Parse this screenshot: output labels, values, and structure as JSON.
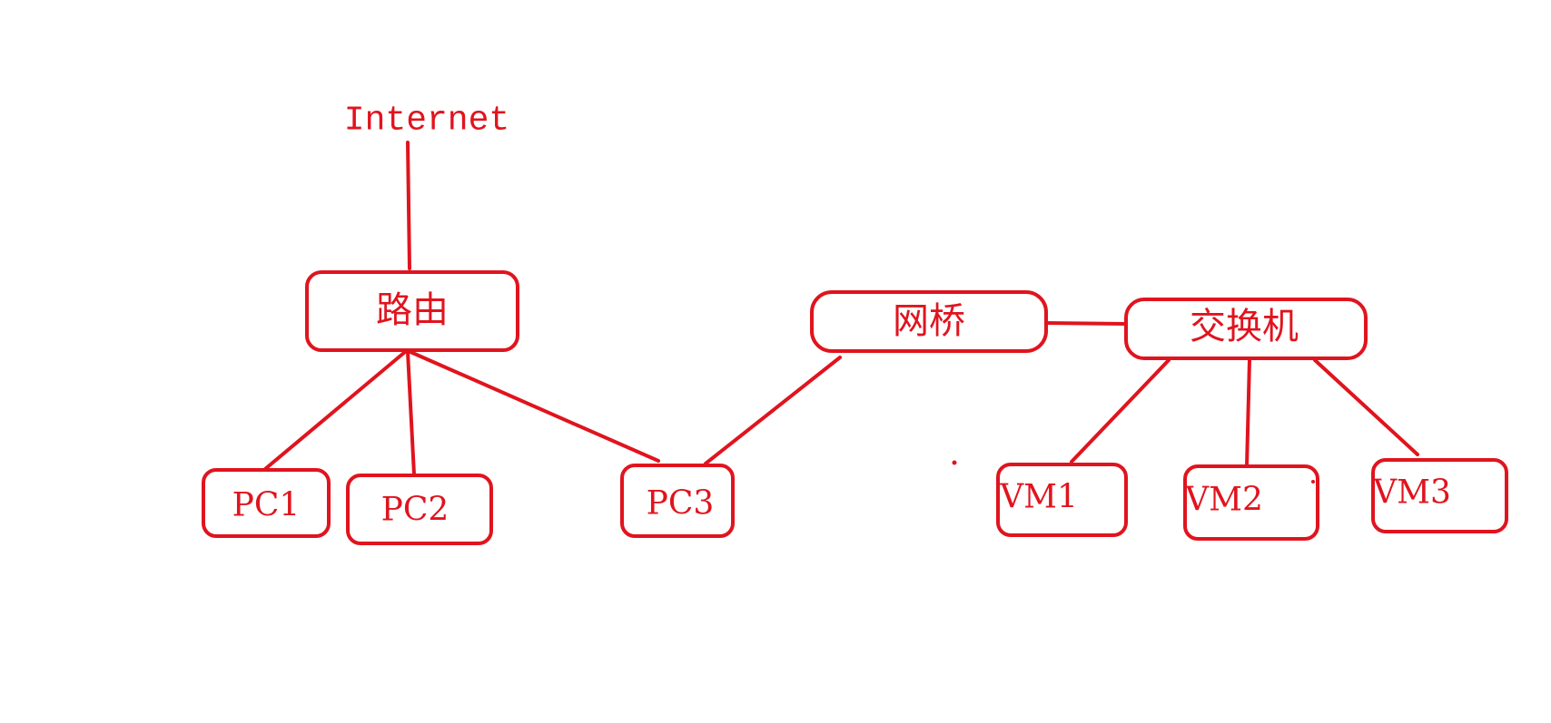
{
  "diagram": {
    "internet_label": "Internet",
    "nodes": {
      "router": "路由",
      "bridge": "网桥",
      "switch": "交换机",
      "pc1": "PC1",
      "pc2": "PC2",
      "pc3": "PC3",
      "vm1": "VM1",
      "vm2": "VM2",
      "vm3": "VM3"
    },
    "edges": [
      [
        "internet",
        "router"
      ],
      [
        "router",
        "pc1"
      ],
      [
        "router",
        "pc2"
      ],
      [
        "router",
        "pc3"
      ],
      [
        "pc3",
        "bridge"
      ],
      [
        "bridge",
        "switch"
      ],
      [
        "switch",
        "vm1"
      ],
      [
        "switch",
        "vm2"
      ],
      [
        "switch",
        "vm3"
      ]
    ],
    "colors": {
      "stroke": "#e0141e",
      "background": "#ffffff"
    }
  }
}
